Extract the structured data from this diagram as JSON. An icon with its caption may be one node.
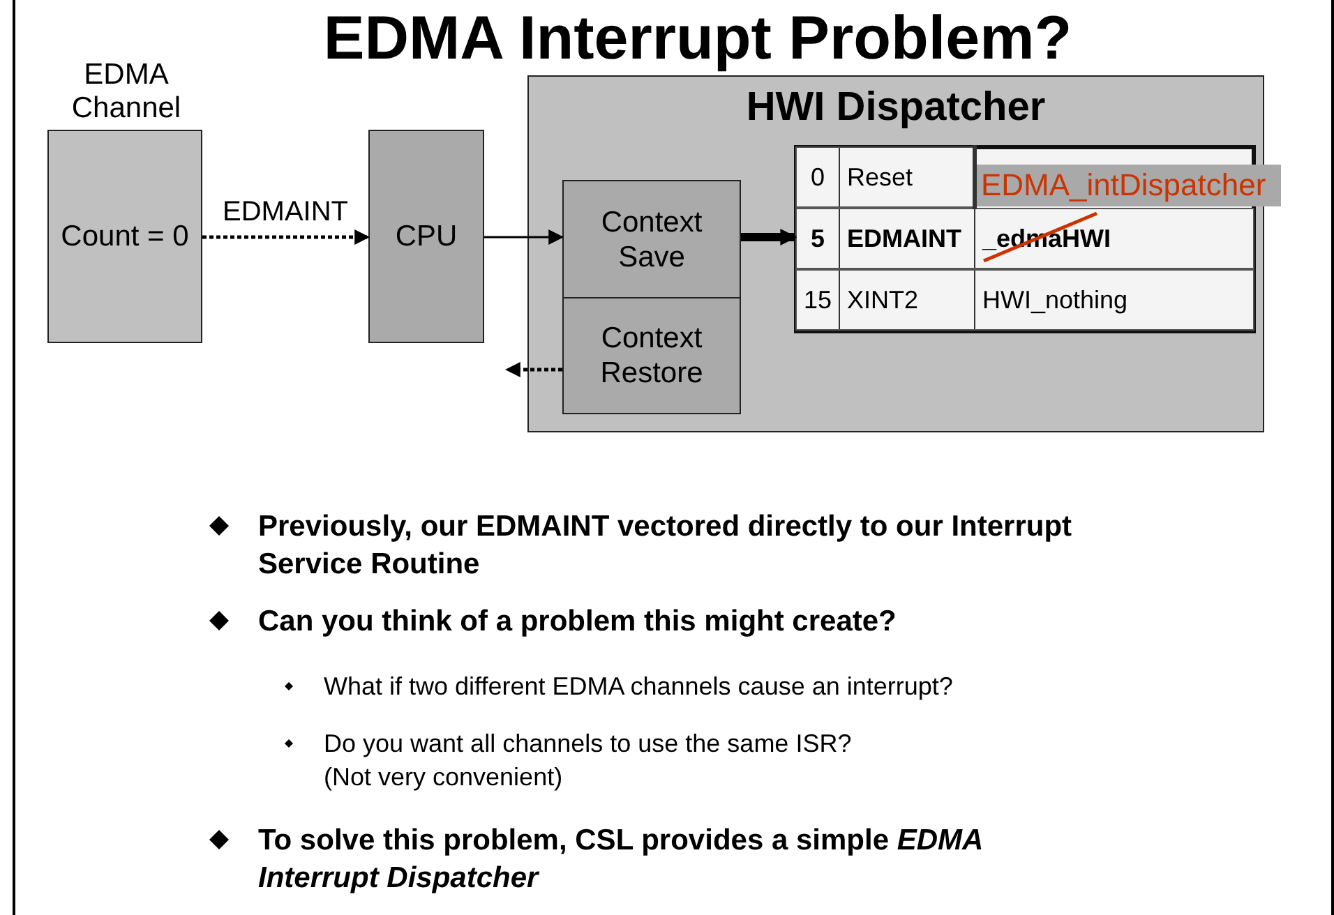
{
  "diagram": {
    "title": "EDMA Interrupt Problem?",
    "nodes": [
      {
        "text": [
          "EDMA Channel",
          "Count = 0"
        ]
      },
      {
        "text": [
          "CPU"
        ]
      },
      {
        "text": [
          "HWI Dispatcher"
        ]
      },
      {
        "text": [
          "Context Save"
        ],
        "in": 2
      },
      {
        "text": [
          "Context Restore"
        ],
        "in": 2
      },
      {
        "text": [
          "0",
          "Reset"
        ],
        "in": 2
      },
      {
        "text": [
          "5",
          "EDMAINT",
          "_edmaHWI"
        ],
        "in": 2
      },
      {
        "text": [
          "15",
          "XINT2",
          "HWI_nothing"
        ],
        "in": 2
      }
    ],
    "edges": [
      {
        "from": 0,
        "to": 1,
        "arrow": "to",
        "label": "EDMAINT",
        "style": "dashed"
      },
      {
        "from": 1,
        "to": 3,
        "arrow": "to"
      },
      {
        "from": 3,
        "to": 6,
        "arrow": "to",
        "style": "thick"
      },
      {
        "from": 4,
        "to": null,
        "arrow": "to",
        "style": "dashed"
      }
    ],
    "labels": [
      "EDMA_intDispatcher",
      "Previously, our EDMAINT vectored directly to our Interrupt Service Routine",
      "Can you think of a problem this might create?",
      "What if two different EDMA channels cause an interrupt?",
      "Do you want all channels to use the same ISR? (Not very convenient)",
      "To solve this problem, CSL provides a simple *EDMA Interrupt Dispatcher*"
    ]
  }
}
